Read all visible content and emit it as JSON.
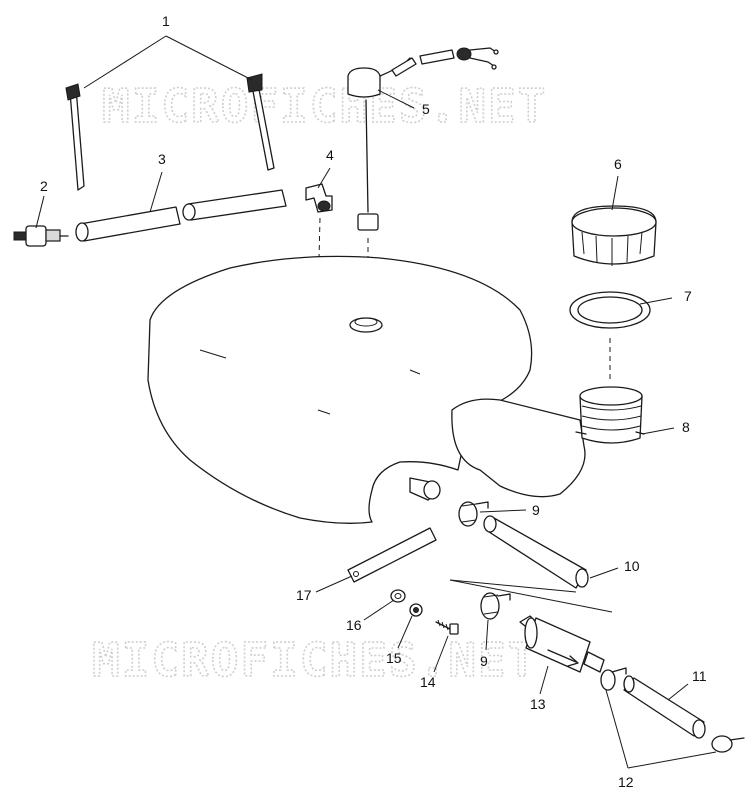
{
  "watermarks": [
    "MICROFICHES.NET",
    "MICROFICHES.NET"
  ],
  "callouts": [
    "1",
    "2",
    "3",
    "4",
    "5",
    "6",
    "7",
    "8",
    "9",
    "10",
    "9",
    "11",
    "12",
    "13",
    "14",
    "15",
    "16",
    "17"
  ]
}
